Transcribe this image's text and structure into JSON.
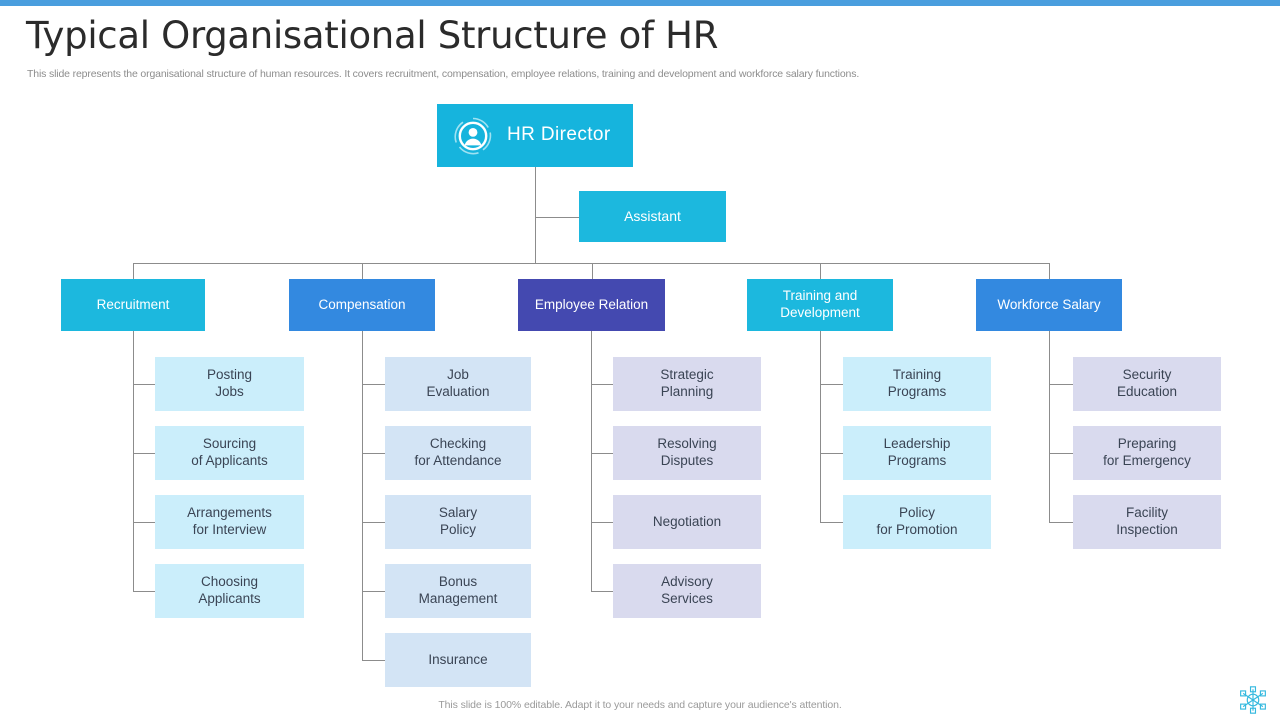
{
  "slide": {
    "title": "Typical Organisational Structure of HR",
    "subtitle": "This slide represents the organisational structure of human resources. It covers recruitment, compensation, employee relations, training and development and workforce salary functions.",
    "footer_note": "This slide is 100% editable. Adapt it to your needs and capture your audience's attention.",
    "accent_color": "#4a9ede",
    "logo_icon": "network-hub-icon"
  },
  "chart_data": {
    "type": "diagram",
    "diagram_type": "organisational-chart",
    "title": "Typical Organisational Structure of HR",
    "root": {
      "label": "HR Director",
      "icon": "person-circle-icon",
      "color": "#16b4dd"
    },
    "staff": {
      "label": "Assistant",
      "color": "#1cb8de"
    },
    "departments": [
      {
        "label": "Recruitment",
        "color": "#1cb8de",
        "leaf_color": "#cbeefb",
        "children": [
          {
            "line1": "Posting",
            "line2": "Jobs"
          },
          {
            "line1": "Sourcing",
            "line2": "of Applicants"
          },
          {
            "line1": "Arrangements",
            "line2": "for Interview"
          },
          {
            "line1": "Choosing",
            "line2": "Applicants"
          }
        ]
      },
      {
        "label": "Compensation",
        "color": "#3389e0",
        "leaf_color": "#d3e4f5",
        "children": [
          {
            "line1": "Job",
            "line2": "Evaluation"
          },
          {
            "line1": "Checking",
            "line2": "for Attendance"
          },
          {
            "line1": "Salary",
            "line2": "Policy"
          },
          {
            "line1": "Bonus",
            "line2": "Management"
          },
          {
            "line1": "Insurance",
            "line2": ""
          }
        ]
      },
      {
        "label": "Employee Relation",
        "color": "#4449b0",
        "leaf_color": "#d9daee",
        "children": [
          {
            "line1": "Strategic",
            "line2": "Planning"
          },
          {
            "line1": "Resolving",
            "line2": "Disputes"
          },
          {
            "line1": "Negotiation",
            "line2": ""
          },
          {
            "line1": "Advisory",
            "line2": "Services"
          }
        ]
      },
      {
        "label_line1": "Training and",
        "label_line2": "Development",
        "label": "Training and Development",
        "color": "#1cb8de",
        "leaf_color": "#cbeefb",
        "children": [
          {
            "line1": "Training",
            "line2": "Programs"
          },
          {
            "line1": "Leadership",
            "line2": "Programs"
          },
          {
            "line1": "Policy",
            "line2": "for Promotion"
          }
        ]
      },
      {
        "label": "Workforce Salary",
        "color": "#3389e0",
        "leaf_color": "#d9daee",
        "children": [
          {
            "line1": "Security",
            "line2": "Education"
          },
          {
            "line1": "Preparing",
            "line2": "for Emergency"
          },
          {
            "line1": "Facility",
            "line2": "Inspection"
          }
        ]
      }
    ]
  }
}
